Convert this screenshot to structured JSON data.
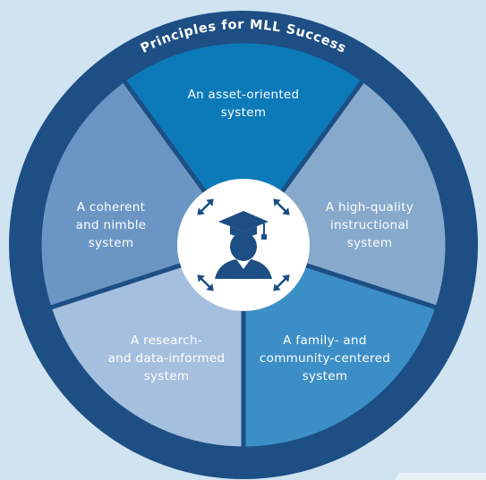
{
  "ring_title": "Principles for MLL Success",
  "segments": [
    {
      "lines": [
        "An asset-oriented",
        "system"
      ],
      "color": "#0c7ab8"
    },
    {
      "lines": [
        "A high-quality",
        "instructional",
        "system"
      ],
      "color": "#86a9cc"
    },
    {
      "lines": [
        "A family- and",
        "community-centered",
        "system"
      ],
      "color": "#3c8fc6"
    },
    {
      "lines": [
        "A research-",
        "and data-informed",
        "system"
      ],
      "color": "#a5c0de"
    },
    {
      "lines": [
        "A coherent",
        "and nimble",
        "system"
      ],
      "color": "#6b96c4"
    }
  ],
  "colors": {
    "background": "#cfe3f1",
    "ring": "#1d4e84",
    "divider": "#1d4e84",
    "hub": "#ffffff",
    "hub_icon": "#1d4e84"
  },
  "icons": [
    "graduate-icon",
    "double-arrow-icon"
  ]
}
